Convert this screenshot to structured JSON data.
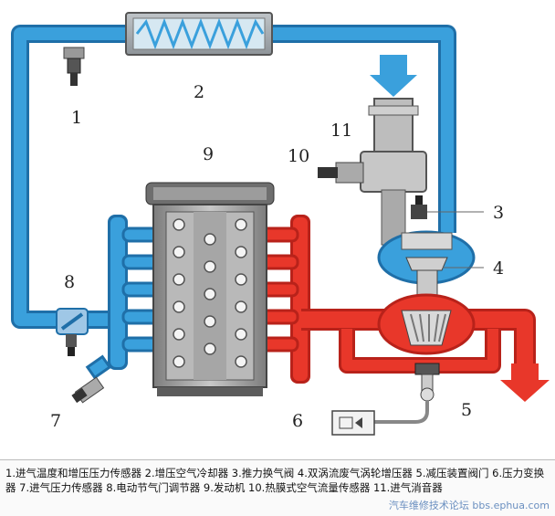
{
  "labels": {
    "n1": "1",
    "n2": "2",
    "n3": "3",
    "n4": "4",
    "n5": "5",
    "n6": "6",
    "n7": "7",
    "n8": "8",
    "n9": "9",
    "n10": "10",
    "n11": "11"
  },
  "caption": "1.进气温度和增压压力传感器 2.增压空气冷却器 3.推力换气阀 4.双涡流废气涡轮增压器 5.减压装置阀门 6.压力变换器 7.进气压力传感器 8.电动节气门调节器 9.发动机 10.热膜式空气流量传感器 11.进气消音器",
  "watermark": "汽车维修技术论坛 bbs.ephua.com",
  "colors": {
    "cold_pipe": "#3aa0dc",
    "hot_pipe": "#e8372a",
    "engine": "#9a9a9a",
    "arrow_in": "#3aa0dc",
    "arrow_out": "#e8372a"
  }
}
